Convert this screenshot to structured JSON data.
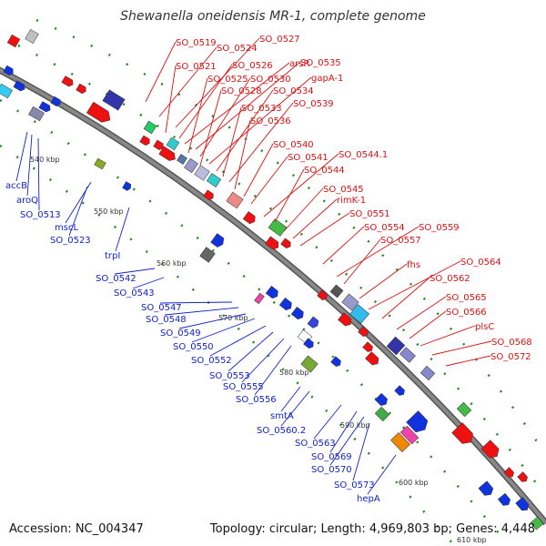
{
  "title": "Shewanella oneidensis MR-1, complete genome",
  "footer": {
    "accession_label": "Accession: NC_004347",
    "topology_label": "Topology: circular; Length: 4,969,803 bp; Genes: 4,448"
  },
  "colors": {
    "forward_strand": "#ee1111",
    "reverse_strand": "#1133dd",
    "backbone": "#888888",
    "tick": "#228822",
    "red_label": "#dd1111",
    "blue_label": "#1122cc"
  },
  "scale_ticks": [
    "540 kbp",
    "550 kbp",
    "560 kbp",
    "570 kbp",
    "580 kbp",
    "590 kbp",
    "600 kbp",
    "610 kbp"
  ],
  "forward_labels": [
    "SO_0519",
    "SO_0524",
    "SO_0527",
    "SO_0521",
    "SO_0526",
    "arsR",
    "SO_0535",
    "SO_0525",
    "SO_0530",
    "gapA-1",
    "SO_0528",
    "SO_0534",
    "SO_0533",
    "SO_0539",
    "SO_0536",
    "SO_0540",
    "SO_0541",
    "SO_0544.1",
    "SO_0544",
    "SO_0545",
    "rimK-1",
    "SO_0551",
    "SO_0554",
    "SO_0559",
    "SO_0557",
    "fhs",
    "SO_0564",
    "SO_0562",
    "SO_0565",
    "SO_0566",
    "plsC",
    "SO_0568",
    "SO_0572"
  ],
  "reverse_labels": [
    "accB",
    "aroQ",
    "SO_0513",
    "mscL",
    "SO_0523",
    "trpI",
    "SO_0542",
    "SO_0543",
    "SO_0547",
    "SO_0548",
    "SO_0549",
    "SO_0550",
    "SO_0552",
    "SO_0553",
    "SO_0555",
    "SO_0556",
    "smtA",
    "SO_0560.2",
    "SO_0563",
    "SO_0569",
    "SO_0570",
    "SO_0573",
    "hepA"
  ]
}
